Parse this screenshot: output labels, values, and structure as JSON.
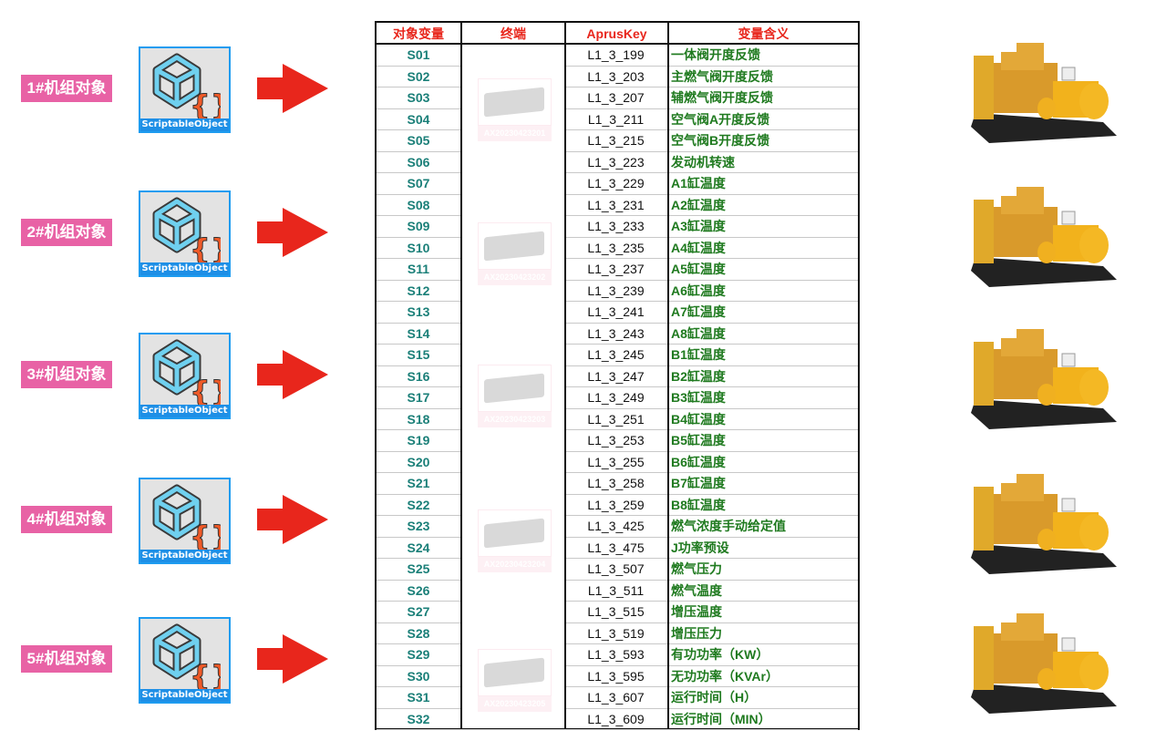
{
  "units": [
    {
      "label": "1#机组对象",
      "terminal": "AX20230423201"
    },
    {
      "label": "2#机组对象",
      "terminal": "AX20230423202"
    },
    {
      "label": "3#机组对象",
      "terminal": "AX20230423203"
    },
    {
      "label": "4#机组对象",
      "terminal": "AX20230423204"
    },
    {
      "label": "5#机组对象",
      "terminal": "AX20230423205"
    }
  ],
  "scriptable_object_caption": "ScriptableObject",
  "table": {
    "headers": [
      "对象变量",
      "终端",
      "AprusKey",
      "变量含义"
    ],
    "rows": [
      [
        "S01",
        "L1_3_199",
        "一体阀开度反馈"
      ],
      [
        "S02",
        "L1_3_203",
        "主燃气阀开度反馈"
      ],
      [
        "S03",
        "L1_3_207",
        "辅燃气阀开度反馈"
      ],
      [
        "S04",
        "L1_3_211",
        "空气阀A开度反馈"
      ],
      [
        "S05",
        "L1_3_215",
        "空气阀B开度反馈"
      ],
      [
        "S06",
        "L1_3_223",
        "发动机转速"
      ],
      [
        "S07",
        "L1_3_229",
        "A1缸温度"
      ],
      [
        "S08",
        "L1_3_231",
        "A2缸温度"
      ],
      [
        "S09",
        "L1_3_233",
        "A3缸温度"
      ],
      [
        "S10",
        "L1_3_235",
        "A4缸温度"
      ],
      [
        "S11",
        "L1_3_237",
        "A5缸温度"
      ],
      [
        "S12",
        "L1_3_239",
        "A6缸温度"
      ],
      [
        "S13",
        "L1_3_241",
        "A7缸温度"
      ],
      [
        "S14",
        "L1_3_243",
        "A8缸温度"
      ],
      [
        "S15",
        "L1_3_245",
        "B1缸温度"
      ],
      [
        "S16",
        "L1_3_247",
        "B2缸温度"
      ],
      [
        "S17",
        "L1_3_249",
        "B3缸温度"
      ],
      [
        "S18",
        "L1_3_251",
        "B4缸温度"
      ],
      [
        "S19",
        "L1_3_253",
        "B5缸温度"
      ],
      [
        "S20",
        "L1_3_255",
        "B6缸温度"
      ],
      [
        "S21",
        "L1_3_258",
        "B7缸温度"
      ],
      [
        "S22",
        "L1_3_259",
        "B8缸温度"
      ],
      [
        "S23",
        "L1_3_425",
        "燃气浓度手动给定值"
      ],
      [
        "S24",
        "L1_3_475",
        "J功率预设"
      ],
      [
        "S25",
        "L1_3_507",
        "燃气压力"
      ],
      [
        "S26",
        "L1_3_511",
        "燃气温度"
      ],
      [
        "S27",
        "L1_3_515",
        "增压温度"
      ],
      [
        "S28",
        "L1_3_519",
        "增压压力"
      ],
      [
        "S29",
        "L1_3_593",
        "有功功率（KW）"
      ],
      [
        "S30",
        "L1_3_595",
        "无功功率（KVAr）"
      ],
      [
        "S31",
        "L1_3_607",
        "运行时间（H）"
      ],
      [
        "S32",
        "L1_3_609",
        "运行时间（MIN）"
      ]
    ]
  },
  "colors": {
    "label_bg": "#e862a5",
    "arrow": "#e8261c",
    "header_text": "#e8261c",
    "var_text": "#1a7f78",
    "meaning_text": "#1f7a1f"
  }
}
